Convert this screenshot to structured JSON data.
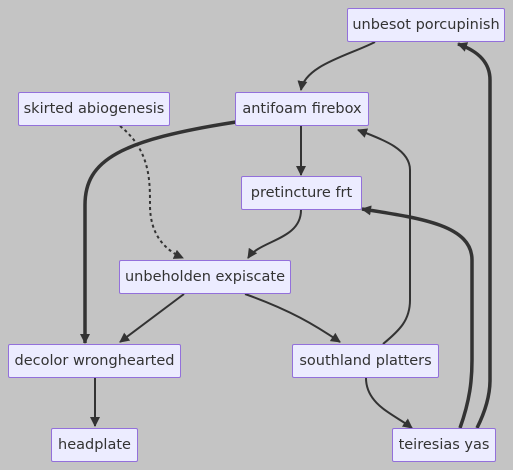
{
  "diagram": {
    "nodes": {
      "unbesot_porcupinish": "unbesot porcupinish",
      "skirted_abiogenesis": "skirted abiogenesis",
      "antifoam_firebox": "antifoam firebox",
      "pretincture_frt": "pretincture frt",
      "unbeholden_expiscate": "unbeholden expiscate",
      "decolor_wronghearted": "decolor wronghearted",
      "southland_platters": "southland platters",
      "headplate": "headplate",
      "teiresias_yas": "teiresias yas"
    },
    "edges": [
      {
        "from": "unbesot porcupinish",
        "to": "antifoam firebox",
        "style": "normal"
      },
      {
        "from": "antifoam firebox",
        "to": "pretincture frt",
        "style": "normal"
      },
      {
        "from": "antifoam firebox",
        "to": "decolor wronghearted",
        "style": "thick"
      },
      {
        "from": "skirted abiogenesis",
        "to": "unbeholden expiscate",
        "style": "dotted"
      },
      {
        "from": "pretincture frt",
        "to": "unbeholden expiscate",
        "style": "normal"
      },
      {
        "from": "unbeholden expiscate",
        "to": "decolor wronghearted",
        "style": "normal"
      },
      {
        "from": "unbeholden expiscate",
        "to": "southland platters",
        "style": "normal"
      },
      {
        "from": "southland platters",
        "to": "antifoam firebox",
        "style": "normal"
      },
      {
        "from": "southland platters",
        "to": "teiresias yas",
        "style": "normal"
      },
      {
        "from": "decolor wronghearted",
        "to": "headplate",
        "style": "normal"
      },
      {
        "from": "teiresias yas",
        "to": "pretincture frt",
        "style": "thick"
      },
      {
        "from": "teiresias yas",
        "to": "unbesot porcupinish",
        "style": "thick"
      }
    ]
  }
}
